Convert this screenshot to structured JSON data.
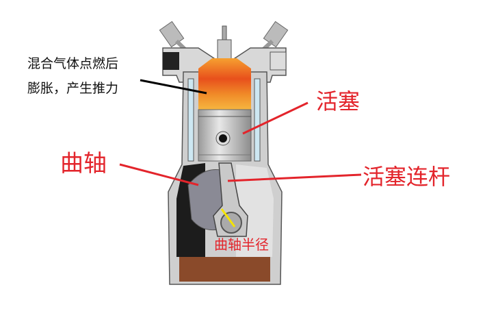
{
  "labels": {
    "combustion_line1": "混合气体点燃后",
    "combustion_line2": "膨胀，产生推力",
    "piston": "活塞",
    "crankshaft": "曲轴",
    "connecting_rod": "活塞连杆",
    "crank_radius": "曲轴半径"
  },
  "colors": {
    "label_red": "#e3242b",
    "flame": "#f07a20",
    "oil": "#8a4a2a",
    "pointer_black": "#000000",
    "radius_yellow": "#f5e400"
  }
}
